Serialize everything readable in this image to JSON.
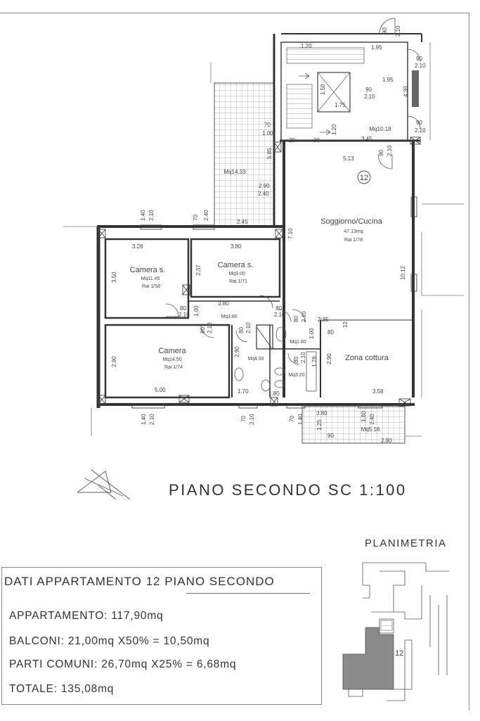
{
  "plan_title": "PIANO SECONDO SC 1:100",
  "planimetria_title": "PLANIMETRIA",
  "apartment_number": "12",
  "data_box": {
    "title": "DATI APPARTAMENTO 12 PIANO SECONDO",
    "lines": [
      "APPARTAMENTO: 117,90mq",
      "BALCONI: 21,00mq X50% = 10,50mq",
      "PARTI COMUNI: 26,70mq X25% = 6,68mq",
      "TOTALE: 135,08mq"
    ]
  },
  "rooms": {
    "soggiorno": {
      "name": "Soggiorno/Cucina",
      "area": "47.13mq",
      "rai": "Rai 1/78"
    },
    "zona_cottura": {
      "name": "Zona cottura"
    },
    "camera_s1": {
      "name": "Camera s.",
      "area": "Mq11.45",
      "rai": "Rai 1/58"
    },
    "camera_s2": {
      "name": "Camera s.",
      "area": "Mq9.00",
      "rai": "Rai 1/71"
    },
    "camera": {
      "name": "Camera",
      "area": "Mq14.50",
      "rai": "Rai 1/74"
    },
    "balcony_top": {
      "area": "Mq14.33"
    },
    "balcony_bottom": {
      "area": "Mq5.16"
    },
    "ingresso": {
      "area": "Mq10.18"
    },
    "disimpegno": {
      "area": "Mq3.80"
    },
    "bagno1": {
      "area": "Mq1.80"
    },
    "bagno2": {
      "area": "Mq4.93"
    },
    "bagno3": {
      "area": "Mq3.20"
    }
  },
  "dimensions": {
    "d_210_top": "2.10",
    "d_90_top": "90",
    "d_90_r1": "90",
    "d_210_r1": "2.10",
    "d_120": "1.20",
    "d_195a": "1.95",
    "d_195b": "1.95",
    "d_150": "1.50",
    "d_175": "1.75",
    "d_90_lift": "90",
    "d_210_lift": "2.10",
    "d_430": "4.30",
    "d_90_r2": "90",
    "d_210_r2": "2.10",
    "d_120b": "1.20",
    "d_70a": "70",
    "d_100a": "1.00",
    "d_20": "20",
    "d_30": "30",
    "d_345": "3.45",
    "d_90_door": "90",
    "d_210_door": "2.10",
    "d_513": "5.13",
    "d_585": "5.85",
    "d_290": "2.90",
    "d_240": "2.40",
    "d_245": "2.45",
    "d_710": "7.10",
    "d_140a": "1.40",
    "d_210a": "2.10",
    "d_70b": "70",
    "d_240b": "2.40",
    "d_328": "3.28",
    "d_380a": "3.80",
    "d_350": "3.50",
    "d_237": "2.37",
    "d_1012": "10.12",
    "d_380b": "3.80",
    "d_80a": "80",
    "d_210b": "2.10",
    "d_100b": "1.00",
    "d_80b": "80",
    "d_210c": "2.10",
    "d_80c": "80",
    "d_210d": "2.10",
    "d_80d": "80",
    "d_210e": "2.10",
    "d_235": "2.35",
    "d_12": "12",
    "d_80e": "80",
    "d_100c": "1.00",
    "d_80f": "80",
    "d_210f": "2.10",
    "d_290b": "2.90",
    "d_290c": "2.90",
    "d_178": "1.78",
    "d_290d": "2.90",
    "d_80g": "80",
    "d_210g": "2.10",
    "d_80h": "80",
    "d_210h": "2.10",
    "d_500": "5.00",
    "d_170": "1.70",
    "d_180": "1.80",
    "d_358": "3.58",
    "d_140b": "1.40",
    "d_210i": "2.10",
    "d_70c": "70",
    "d_210j": "2.10",
    "d_70d": "70",
    "d_140c": "1.40",
    "d_380c": "3.80",
    "d_125": "1.25",
    "d_180b": "1.80",
    "d_240c": "2.40",
    "d_90b": "90",
    "d_290e": "2.90"
  }
}
